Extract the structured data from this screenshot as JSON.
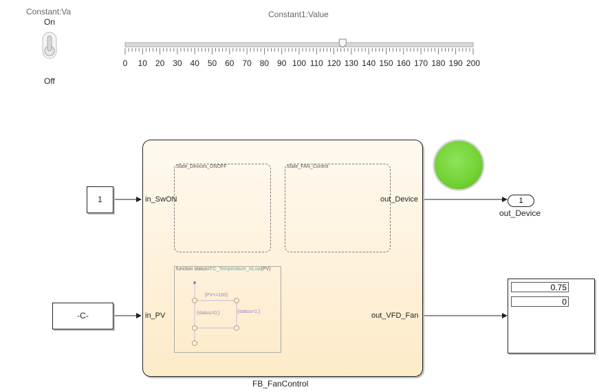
{
  "toggle": {
    "title": "Constant:Va",
    "on_label": "On",
    "off_label": "Off"
  },
  "slider": {
    "title": "Constant1:Value",
    "min": 0,
    "max": 200,
    "value": 125,
    "ticks": [
      "0",
      "10",
      "20",
      "30",
      "40",
      "50",
      "60",
      "70",
      "80",
      "90",
      "100",
      "110",
      "120",
      "130",
      "140",
      "150",
      "160",
      "170",
      "180",
      "190",
      "200"
    ]
  },
  "constants": {
    "one": "1",
    "c": "-C-"
  },
  "chart": {
    "name": "FB_FanControl",
    "inputs": {
      "sw_on": "in_SwON",
      "pv": "in_PV"
    },
    "outputs": {
      "device": "out_Device",
      "vfd_fan": "out_VFD_Fan"
    },
    "states": {
      "devices": "State_Devices_ONOFF",
      "fan": "State_FAN_Control"
    },
    "function": {
      "prefix": "function",
      "signature_start": "status=",
      "name": "FC_Temperature_isLow",
      "args": "(PV)",
      "cond": "[PV<=160]",
      "action_false": "{status=0;}",
      "action_true": "{status=1;}"
    }
  },
  "outport": {
    "number": "1",
    "label": "out_Device"
  },
  "display": {
    "value1": "0.75",
    "value2": "0"
  },
  "colors": {
    "lamp": "#72d232",
    "chart_bg": "#fdebc8"
  }
}
